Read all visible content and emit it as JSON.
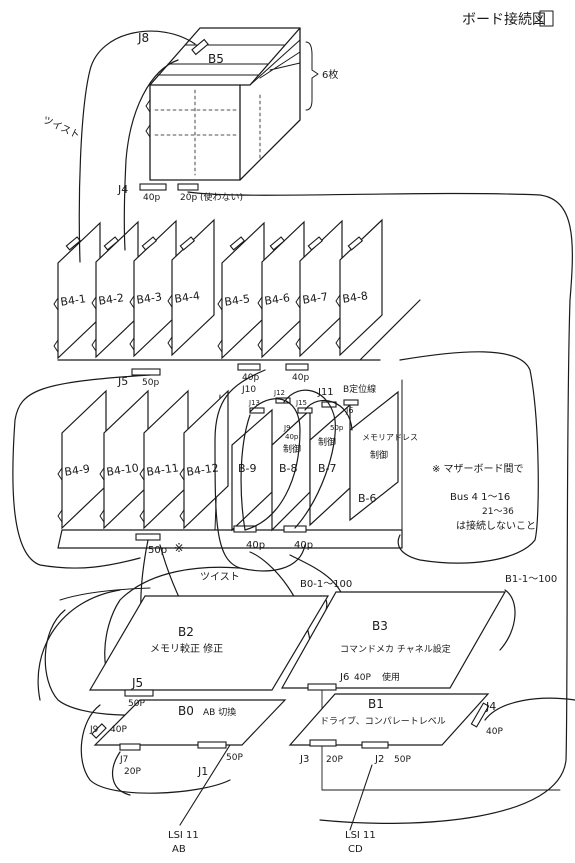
{
  "title": "ボード接続図",
  "top": {
    "j8": "J8",
    "b5": "B5",
    "sheets": "6枚",
    "twist": "ツイスト",
    "j4": "J4",
    "p40": "40p",
    "p20_unused": "20p (使わない)"
  },
  "rack1": {
    "boards": [
      "B4-1",
      "B4-2",
      "B4-3",
      "B4-4",
      "B4-5",
      "B4-6",
      "B4-7",
      "B4-8"
    ],
    "j5": "J5",
    "p50": "50p",
    "j10": "J10",
    "p40a": "40p",
    "p40b": "40p",
    "rear_wiring": "B定位線"
  },
  "rack2": {
    "boards_left": [
      "B4-9",
      "B4-10",
      "B4-11",
      "B4-12"
    ],
    "b9": "B-9",
    "b8": "B-8",
    "b7": "B-7",
    "b6": "B-6",
    "j11": "J11",
    "j12": "J12",
    "j6": "J6",
    "j9": "J9",
    "j13": "J13",
    "j15": "J15",
    "p40_inner": "40p",
    "p50_inner": "50p",
    "ctrl_b7": "制御",
    "ctrl_b8": "制御",
    "memory_addr": "メモリアドレス",
    "ctrl_b6": "制御",
    "p50": "50p",
    "p40a": "40p",
    "p40b": "40p",
    "twist": "ツイスト",
    "note_mark": "※ マザーボード間で",
    "note_bus": "Bus 4  1〜16",
    "note_range": "21〜36",
    "note_end": "は接続しないこと"
  },
  "bottom": {
    "b01_100": "B0-1〜100",
    "b1_1_100": "B1-1〜100",
    "b2": "B2",
    "b2_desc": "メモリ較正 修正",
    "b3": "B3",
    "b3_desc": "コマンドメカ チャネル設定",
    "j5": "J5",
    "p50_j5": "50P",
    "j6": "J6",
    "p40_j6": "40P",
    "j6_use": "使用",
    "b0": "B0",
    "b0_desc": "AB 切換",
    "b1": "B1",
    "b1_desc": "ドライブ、コンパレートレベル",
    "j9": "J9",
    "p40_j9": "40P",
    "j7": "J7",
    "p20_j7": "20P",
    "j1": "J1",
    "p50_j1": "50P",
    "j3": "J3",
    "p20_j3": "20P",
    "j2": "J2",
    "p50_j2": "50P",
    "j4": "J4",
    "p40_j4": "40P",
    "lsi_ab": "LSI 11",
    "ab": "AB",
    "lsi_cd": "LSI 11",
    "cd": "CD"
  }
}
